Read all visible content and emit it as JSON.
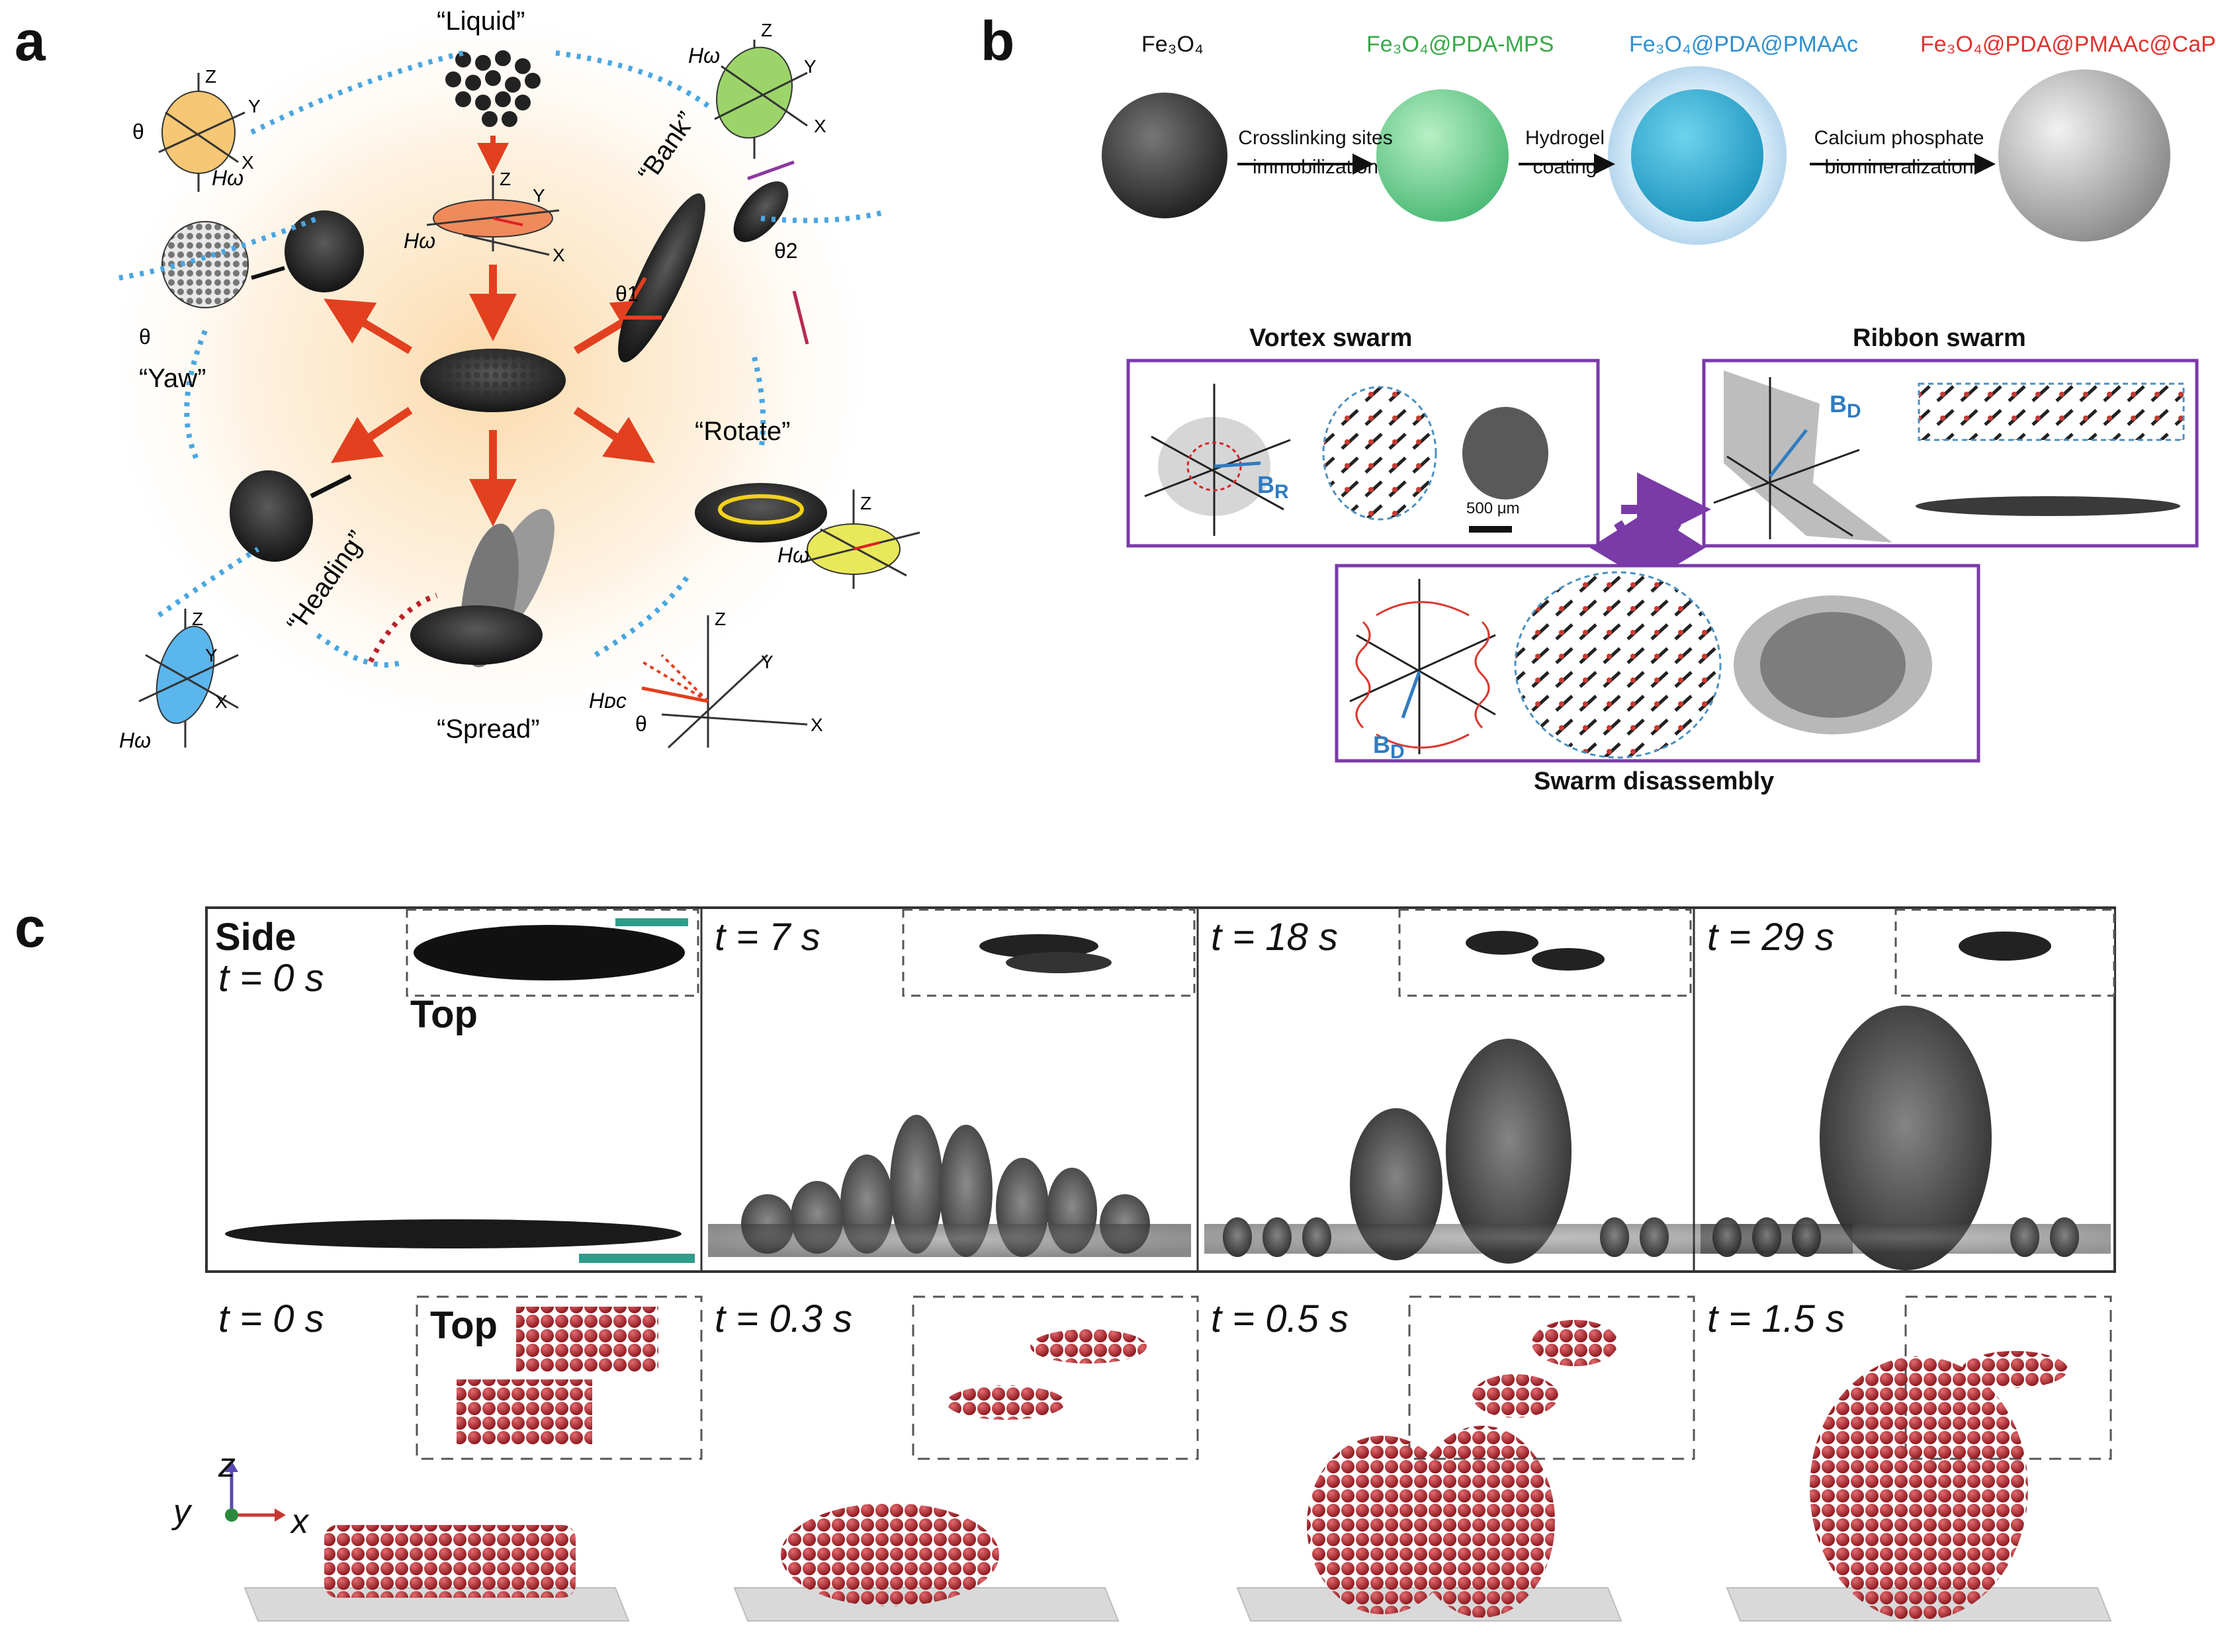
{
  "panels": {
    "a": {
      "letter": "a",
      "modes": {
        "liquid": "“Liquid”",
        "bank": "“Bank”",
        "yaw": "“Yaw”",
        "rotate": "“Rotate”",
        "heading": "“Heading”",
        "spread": "“Spread”"
      },
      "symbols": {
        "h_omega": "Hω",
        "h_dc": "Hᴅᴄ",
        "theta": "θ",
        "theta1": "θ1",
        "theta2": "θ2",
        "x": "X",
        "y": "Y",
        "z": "Z"
      }
    },
    "b": {
      "letter": "b",
      "stages": [
        {
          "label": "Fe₃O₄",
          "color": "#222222"
        },
        {
          "label": "Fe₃O₄@PDA-MPS",
          "color": "#3aa84a"
        },
        {
          "label": "Fe₃O₄@PDA@PMAAc",
          "color": "#2f8fd0"
        },
        {
          "label": "Fe₃O₄@PDA@PMAAc@CaP",
          "color": "#e0332e"
        }
      ],
      "steps": [
        {
          "line1": "Crosslinking sites",
          "line2": "immobilization"
        },
        {
          "line1": "Hydrogel",
          "line2": "coating"
        },
        {
          "line1": "Calcium phosphate",
          "line2": "biomineralization"
        }
      ],
      "swarms": {
        "vortex": "Vortex swarm",
        "ribbon": "Ribbon swarm",
        "disassembly": "Swarm disassembly",
        "scale_bar": "500 μm",
        "b_r": "B",
        "b_r_sub": "R",
        "b_d": "B",
        "b_d_sub": "D"
      }
    },
    "c": {
      "letter": "c",
      "side_label": "Side",
      "top_label": "Top",
      "exp_times": [
        "t = 0 s",
        "t = 7 s",
        "t = 18 s",
        "t = 29 s"
      ],
      "sim_times": [
        "t = 0 s",
        "t = 0.3 s",
        "t = 0.5 s",
        "t = 1.5 s"
      ],
      "axes": {
        "z": "z",
        "y": "y",
        "x": "x"
      }
    }
  },
  "colors": {
    "particle_red": "#b8232b",
    "scale_teal": "#2e9c8a",
    "frame_purple": "#7a3aa8",
    "arrow_red": "#e2401f"
  }
}
